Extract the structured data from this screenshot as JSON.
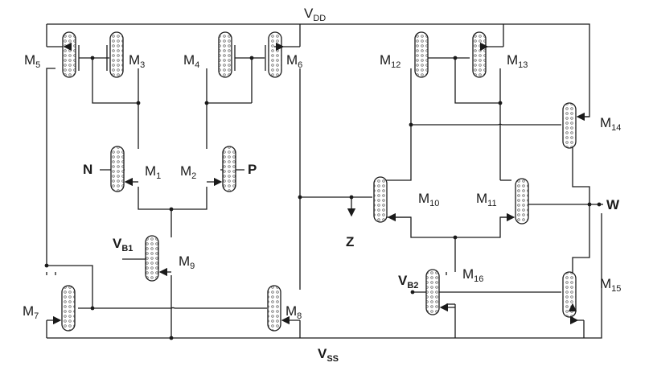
{
  "supplies": {
    "vdd": "V",
    "vdd_sub": "DD",
    "vss": "V",
    "vss_sub": "SS"
  },
  "nodes": {
    "n": "N",
    "p": "P",
    "z": "Z",
    "w": "W"
  },
  "biases": {
    "vb1": "V",
    "vb1_sub": "B1",
    "vb2": "V",
    "vb2_sub": "B2"
  },
  "transistors": [
    {
      "id": "m1",
      "main": "M",
      "sub": "1"
    },
    {
      "id": "m2",
      "main": "M",
      "sub": "2"
    },
    {
      "id": "m3",
      "main": "M",
      "sub": "3"
    },
    {
      "id": "m4",
      "main": "M",
      "sub": "4"
    },
    {
      "id": "m5",
      "main": "M",
      "sub": "5"
    },
    {
      "id": "m6",
      "main": "M",
      "sub": "6"
    },
    {
      "id": "m7",
      "main": "M",
      "sub": "7"
    },
    {
      "id": "m8",
      "main": "M",
      "sub": "8"
    },
    {
      "id": "m9",
      "main": "M",
      "sub": "9"
    },
    {
      "id": "m10",
      "main": "M",
      "sub": "10"
    },
    {
      "id": "m11",
      "main": "M",
      "sub": "11"
    },
    {
      "id": "m12",
      "main": "M",
      "sub": "12"
    },
    {
      "id": "m13",
      "main": "M",
      "sub": "13"
    },
    {
      "id": "m14",
      "main": "M",
      "sub": "14"
    },
    {
      "id": "m15",
      "main": "M",
      "sub": "15"
    },
    {
      "id": "m16",
      "main": "M",
      "sub": "16"
    }
  ]
}
